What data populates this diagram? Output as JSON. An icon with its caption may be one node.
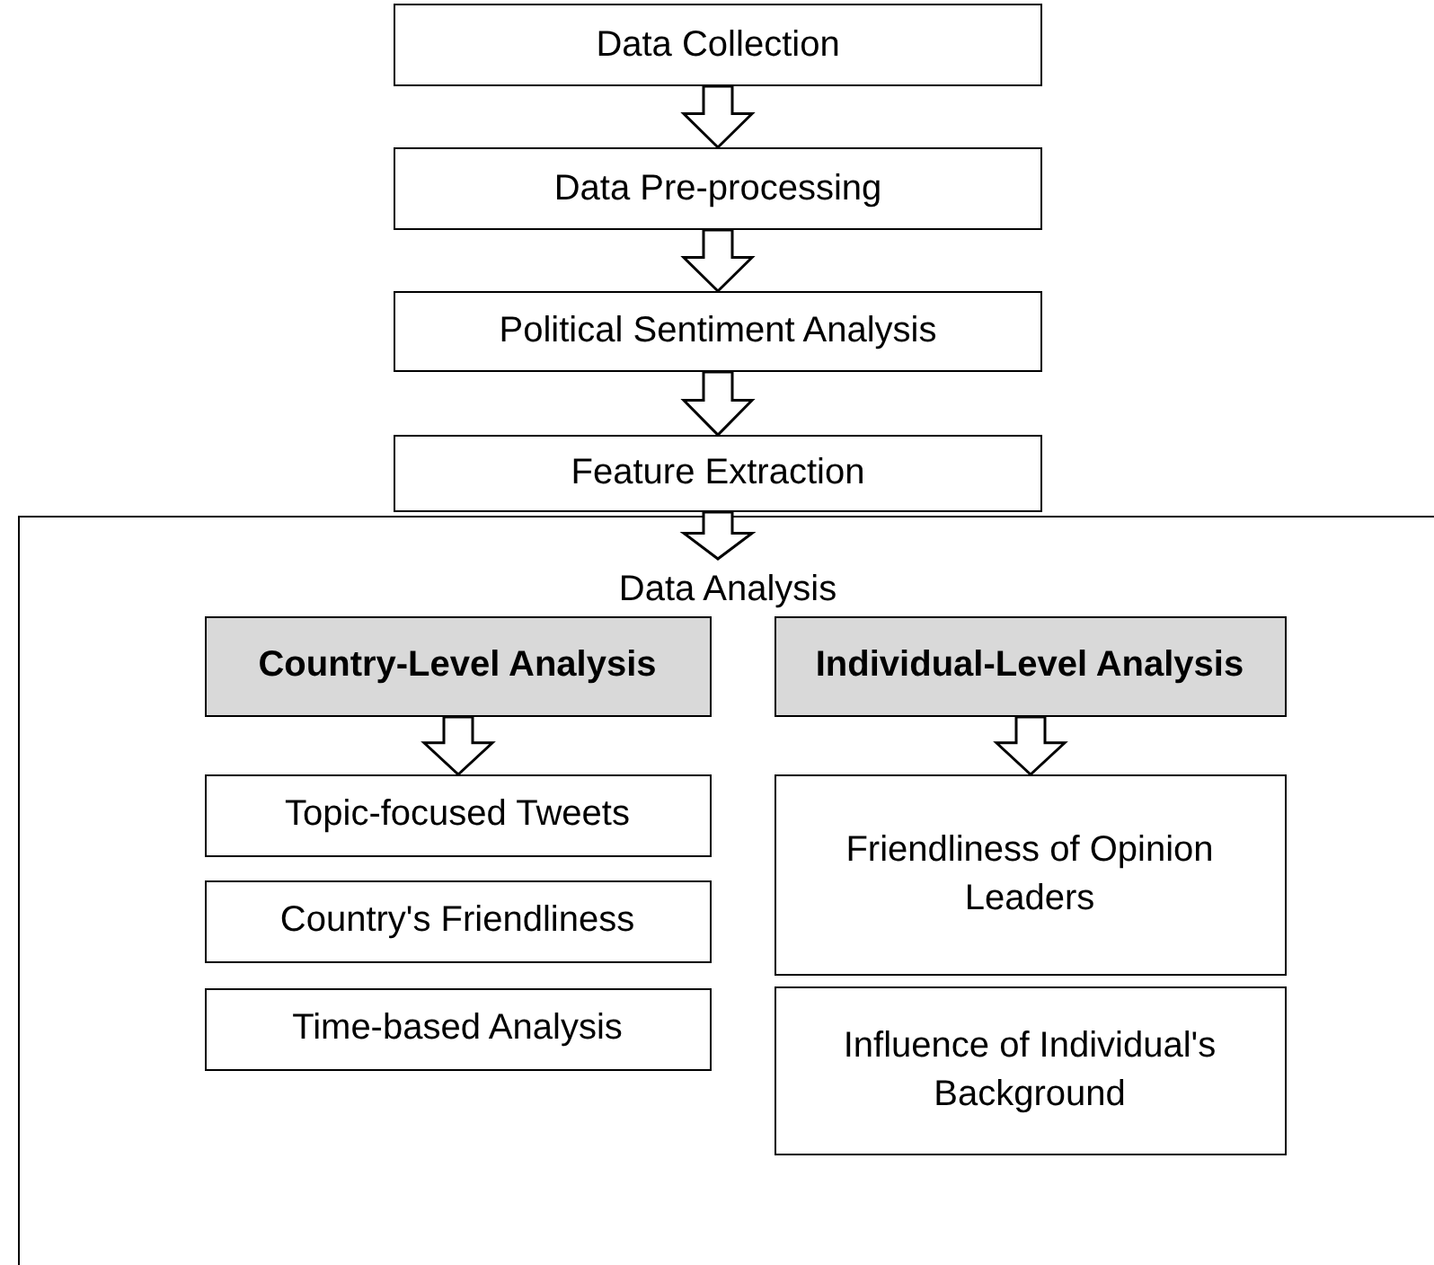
{
  "diagram": {
    "nodes": [
      {
        "text": [
          "Data Collection"
        ]
      },
      {
        "text": [
          "Data Pre-processing"
        ]
      },
      {
        "text": [
          "Political Sentiment Analysis"
        ]
      },
      {
        "text": [
          "Feature Extraction"
        ]
      },
      {
        "text": [
          "Data Analysis"
        ]
      },
      {
        "text": [
          "Country-Level Analysis"
        ],
        "in": 4
      },
      {
        "text": [
          "Topic-focused Tweets"
        ],
        "in": 4
      },
      {
        "text": [
          "Country's Friendliness"
        ],
        "in": 4
      },
      {
        "text": [
          "Time-based Analysis"
        ],
        "in": 4
      },
      {
        "text": [
          "Individual-Level Analysis"
        ],
        "in": 4
      },
      {
        "text": [
          "Friendliness of Opinion Leaders"
        ],
        "in": 4
      },
      {
        "text": [
          "Influence of Individual's Background"
        ],
        "in": 4
      }
    ],
    "edges": [
      {
        "from": 0,
        "to": 1,
        "arrow": "to"
      },
      {
        "from": 1,
        "to": 2,
        "arrow": "to"
      },
      {
        "from": 2,
        "to": 3,
        "arrow": "to"
      },
      {
        "from": 3,
        "to": 4,
        "arrow": "to"
      },
      {
        "from": 5,
        "to": 6,
        "arrow": "to"
      },
      {
        "from": 9,
        "to": 10,
        "arrow": "to"
      }
    ]
  }
}
